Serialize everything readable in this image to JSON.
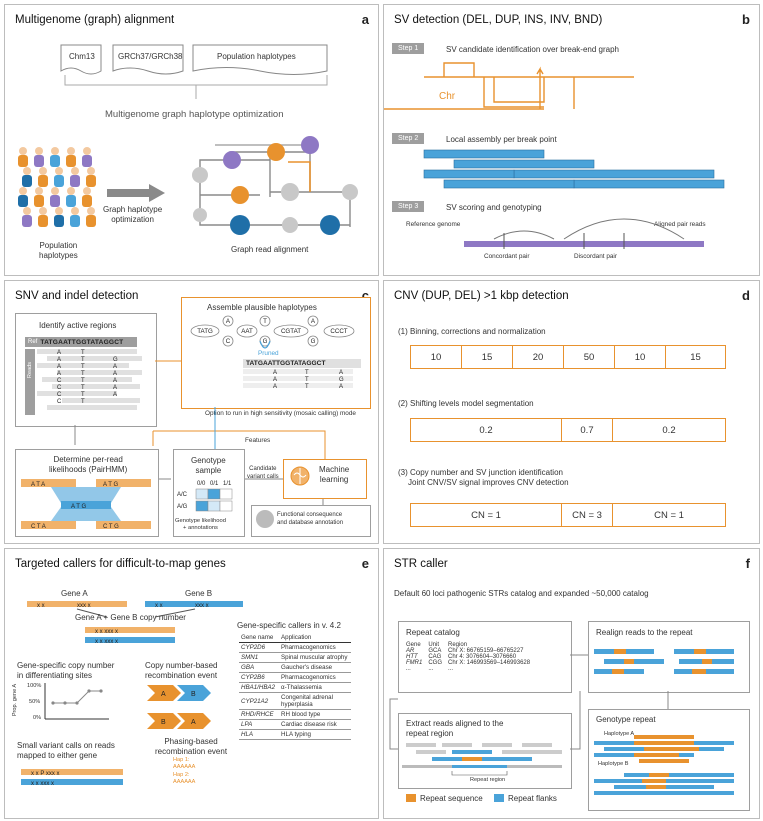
{
  "panels": {
    "a": {
      "title": "Multigenome (graph) alignment",
      "letter": "a",
      "refs": [
        "Chm13",
        "GRCh37/GRCh38",
        "Population haplotypes"
      ],
      "optimization": "Multigenome graph haplotype optimization",
      "population": "Population\nhaplotypes",
      "arrow_label": "Graph haplotype\noptimization",
      "read_alignment": "Graph read alignment"
    },
    "b": {
      "title": "SV detection (DEL, DUP, INS, INV, BND)",
      "letter": "b",
      "step1": {
        "tag": "Step 1",
        "text": "SV candidate identification over break-end graph"
      },
      "chr": "Chr",
      "step2": {
        "tag": "Step 2",
        "text": "Local assembly per break point"
      },
      "step3": {
        "tag": "Step 3",
        "text": "SV scoring and genotyping"
      },
      "reference_genome": "Reference genome",
      "aligned_pair_reads": "Aligned pair reads",
      "concordant": "Concordant pair",
      "discordant": "Discordant pair"
    },
    "c": {
      "title": "SNV and indel detection",
      "letter": "c",
      "identify": "Identify active regions",
      "ref": "Ref",
      "ref_seq": "TATGAATTGGTATAGGCT",
      "reads": "Reads",
      "assemble": "Assemble plausible haplotypes",
      "nodes": [
        "TATG",
        "A",
        "C",
        "AAT",
        "T",
        "G",
        "CGTAT",
        "A",
        "G",
        "CCCT"
      ],
      "pruned": "Pruned",
      "hap_seq": "TATGAATTGGTATAGGCT",
      "sensitivity": "Option to run in high sensitivity (mosaic calling) mode",
      "features": "Features",
      "determine": "Determine per-read\nlikelihoods (PairHMM)",
      "genotype": "Genotype\nsample",
      "gt_cols": [
        "0/0",
        "0/1",
        "1/1"
      ],
      "gt_rows": [
        "A/C",
        "A/G"
      ],
      "gt_caption": "Genotype likelihood\n+ annotations",
      "candidate": "Candidate\nvariant calls",
      "ml": "Machine\nlearning",
      "functional": "Functional consequence\nand database annotation"
    },
    "d": {
      "title": "CNV (DUP, DEL) >1 kbp detection",
      "letter": "d",
      "s1": "(1) Binning, corrections and normalization",
      "bins": [
        "10",
        "15",
        "20",
        "50",
        "10",
        "15"
      ],
      "s2": "(2) Shifting levels model segmentation",
      "levels": [
        "0.2",
        "0.7",
        "0.2"
      ],
      "s3": "(3) Copy number and SV junction identification",
      "s3b": "Joint CNV/SV signal improves CNV detection",
      "cn": [
        "CN = 1",
        "CN = 3",
        "CN = 1"
      ]
    },
    "e": {
      "title": "Targeted callers for difficult-to-map genes",
      "letter": "e",
      "gene_a": "Gene A",
      "gene_b": "Gene B",
      "copy": "Gene A + Gene B copy number",
      "diff_sites": "Gene-specific copy number\nin differentiating sites",
      "yaxis": "Prop. gene A",
      "yticks": [
        "100%",
        "50%",
        "0%"
      ],
      "cn_recomb": "Copy number-based\nrecombination event",
      "small_variant": "Small variant calls on reads\nmapped to either gene",
      "phasing": "Phasing-based\nrecombination event",
      "hap1": "Hap 1:",
      "hap1_seq": "AAAAAA",
      "hap2": "Hap 2:",
      "hap2_seq": "AAAAAA",
      "callers_title": "Gene-specific callers in v. 4.2",
      "table_head": [
        "Gene name",
        "Application"
      ],
      "table": [
        [
          "CYP2D6",
          "Pharmacogenomics"
        ],
        [
          "SMN1",
          "Spinal muscular atrophy"
        ],
        [
          "GBA",
          "Gaucher's disease"
        ],
        [
          "CYP2B6",
          "Pharmacogenomics"
        ],
        [
          "HBA1/HBA2",
          "α-Thalassemia"
        ],
        [
          "CYP21A2",
          "Congenital adrenal\nhyperplasia"
        ],
        [
          "RHD/RHCE",
          "RH blood type"
        ],
        [
          "LPA",
          "Cardiac disease risk"
        ],
        [
          "HLA",
          "HLA typing"
        ]
      ]
    },
    "f": {
      "title": "STR caller",
      "letter": "f",
      "subtitle": "Default 60 loci pathogenic STRs catalog and expanded ~50,000 catalog",
      "repeat_catalog": "Repeat catalog",
      "cat_head": [
        "Gene",
        "Unit",
        "Region"
      ],
      "cat_rows": [
        [
          "AR",
          "GCA",
          "Chr X: 66765159–66765227"
        ],
        [
          "HTT",
          "CAG",
          "Chr 4: 3076604–3076660"
        ],
        [
          "FMR1",
          "CGG",
          "Chr X: 146993569–146993628"
        ],
        [
          "...",
          "...",
          "..."
        ]
      ],
      "realign": "Realign reads to the repeat",
      "extract": "Extract reads aligned to the\nrepeat region",
      "repeat_region": "Repeat region",
      "genotype_repeat": "Genotype repeat",
      "hap_a": "Haplotype A",
      "hap_b": "Haplotype B",
      "legend_seq": "Repeat sequence",
      "legend_flank": "Repeat flanks"
    }
  },
  "colors": {
    "orange": "#e8922e",
    "blue": "#4aa3d9",
    "purple": "#8e78c4",
    "gray": "#9e9e9e",
    "darkblue": "#1f6fa8"
  }
}
